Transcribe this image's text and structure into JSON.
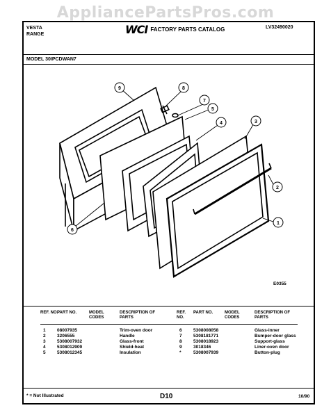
{
  "watermark": "AppliancePartsPros.com",
  "header": {
    "brand_line1": "VESTA",
    "brand_line2": "RANGE",
    "logo": "WCI",
    "catalog_title": "FACTORY PARTS CATALOG",
    "catalog_number": "LV32490020"
  },
  "model": "MODEL 30IPCDWAN7",
  "diagram_code": "E0355",
  "callouts": [
    "1",
    "2",
    "3",
    "4",
    "5",
    "6",
    "7",
    "8",
    "9"
  ],
  "table": {
    "headers": {
      "ref_no": "REF. NO.",
      "part_no": "PART NO.",
      "model_codes": "MODEL CODES",
      "description": "DESCRIPTION OF PARTS"
    },
    "left_rows": [
      {
        "ref": "1",
        "part": "08007935",
        "desc": "Trim-oven door"
      },
      {
        "ref": "2",
        "part": "3206555",
        "desc": "Handle"
      },
      {
        "ref": "3",
        "part": "5308007932",
        "desc": "Glass-front"
      },
      {
        "ref": "4",
        "part": "5308012909",
        "desc": "Shield-heat"
      },
      {
        "ref": "5",
        "part": "5308012345",
        "desc": "Insulation"
      }
    ],
    "right_rows": [
      {
        "ref": "6",
        "part": "5308008058",
        "desc": "Glass-inner"
      },
      {
        "ref": "7",
        "part": "5308181771",
        "desc": "Bumper-door glass"
      },
      {
        "ref": "8",
        "part": "5308018923",
        "desc": "Support-glass"
      },
      {
        "ref": "9",
        "part": "3018346",
        "desc": "Liner-oven door"
      },
      {
        "ref": "*",
        "part": "5308007939",
        "desc": "Button-plug"
      }
    ]
  },
  "footer": {
    "note": "* = Not Illustrated",
    "page": "D10",
    "date": "10/90"
  }
}
